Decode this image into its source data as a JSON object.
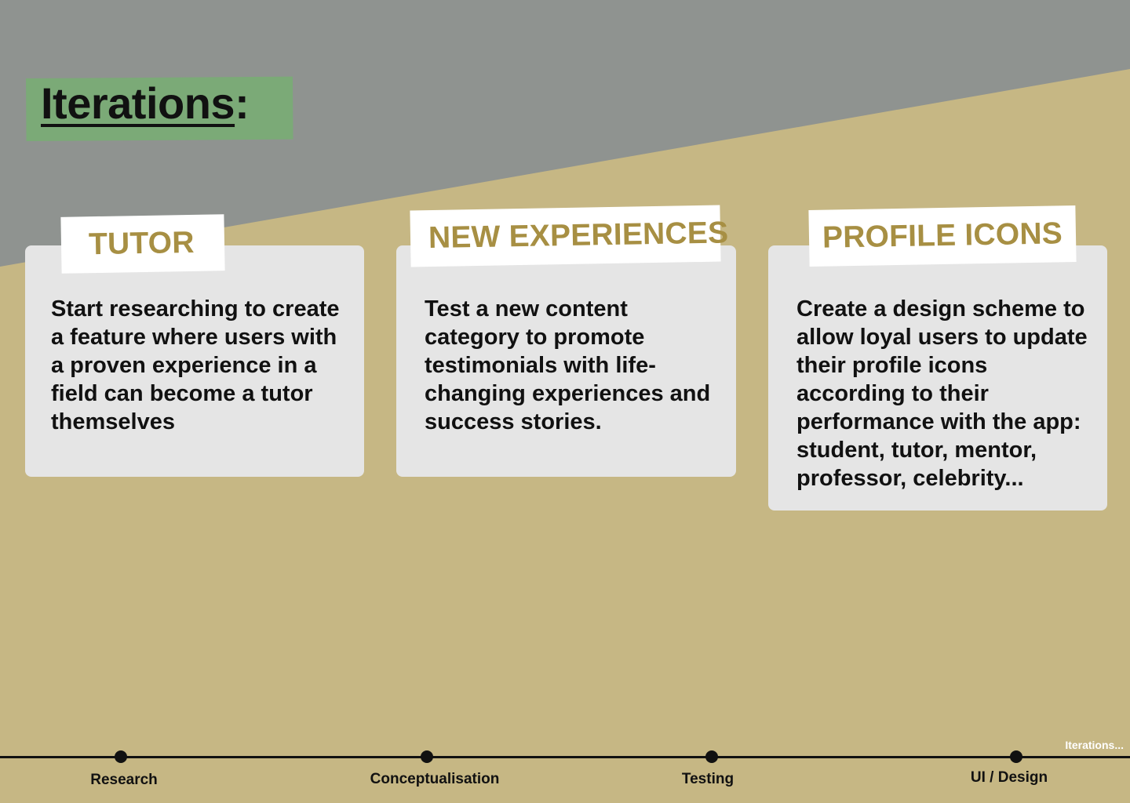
{
  "header": {
    "title_word": "Iterations",
    "title_suffix": ":"
  },
  "cards": [
    {
      "label": "TUTOR",
      "body": "Start researching to create a feature where users with a proven experience in a field can become a tutor themselves"
    },
    {
      "label": "NEW EXPERIENCES",
      "body": "Test a new content category to promote testimonials with life-changing experiences and success stories."
    },
    {
      "label": "PROFILE ICONS",
      "body": "Create a design scheme to allow loyal users to update their profile icons according to their performance with the app: student, tutor, mentor, professor, celebrity..."
    }
  ],
  "timeline": {
    "steps": [
      {
        "label": "Research"
      },
      {
        "label": "Conceptualisation"
      },
      {
        "label": "Testing"
      },
      {
        "label": "UI / Design"
      }
    ],
    "current_tag": "Iterations..."
  },
  "colors": {
    "background_sand": "#c6b784",
    "background_gray": "#8f9390",
    "title_highlight": "#7baa77",
    "card_background": "#e5e5e5",
    "label_text": "#a78f43",
    "text_dark": "#111111"
  }
}
